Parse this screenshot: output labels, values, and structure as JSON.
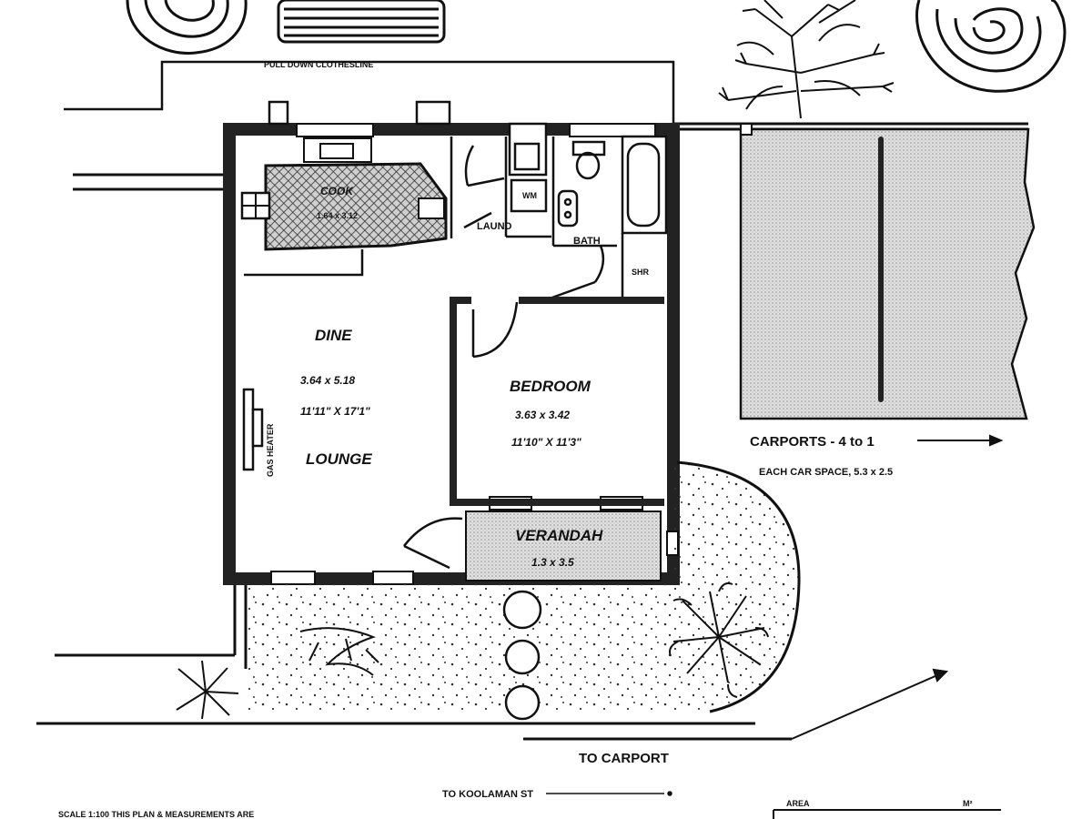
{
  "labels": {
    "clothesline": "PULL DOWN CLOTHESLINE",
    "cook": "COOK",
    "cook_dim": "1.64 x 3.12",
    "laund": "LAUND",
    "bath": "BATH",
    "shr": "SHR",
    "dine": "DINE",
    "dine_dim_m": "3.64 x 5.18",
    "dine_dim_ft": "11'11\" X 17'1\"",
    "lounge": "LOUNGE",
    "gas_heater": "GAS HEATER",
    "bedroom": "BEDROOM",
    "bedroom_dim_m": "3.63 x 3.42",
    "bedroom_dim_ft": "11'10\" X 11'3\"",
    "verandah": "VERANDAH",
    "verandah_dim": "1.3 x 3.5",
    "carports": "CARPORTS - 4 to 1",
    "car_space": "EACH CAR SPACE, 5.3 x 2.5",
    "to_carport": "TO CARPORT",
    "to_street": "TO KOOLAMAN ST",
    "scale_note": "SCALE 1:100  THIS PLAN & MEASUREMENTS ARE",
    "area_col": "AREA",
    "m2_col": "M²"
  },
  "colors": {
    "wall": "#222222",
    "line": "#111111",
    "carport_fill": "#d8d8d8",
    "kitchen_hatch": "#9a9a9a"
  }
}
